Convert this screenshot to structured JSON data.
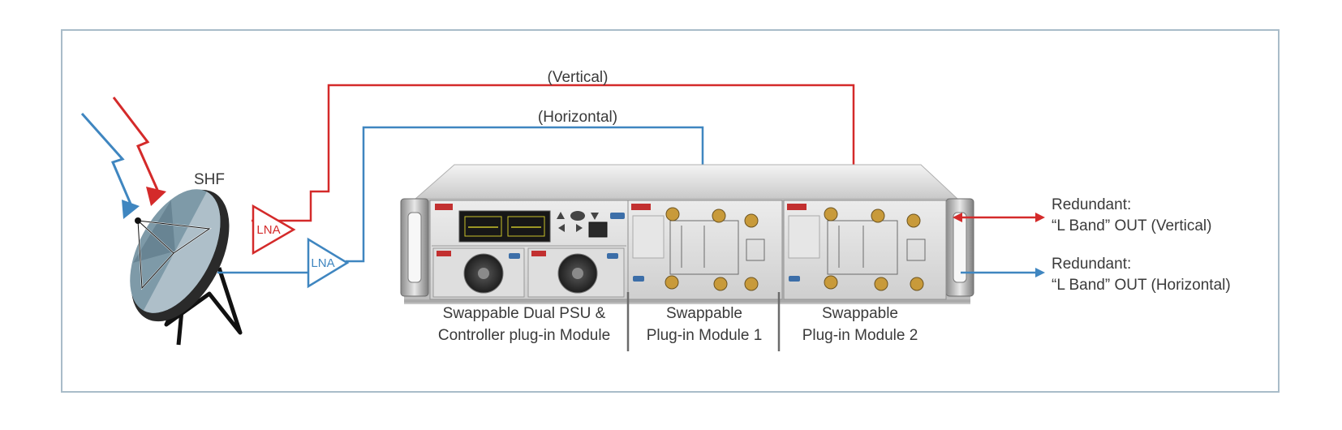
{
  "labels": {
    "vertical": "(Vertical)",
    "horizontal": "(Horizontal)",
    "shf": "SHF",
    "lna_vertical": "LNA",
    "lna_horizontal": "LNA",
    "out_vertical_1": "Redundant:",
    "out_vertical_2": "“L Band” OUT (Vertical)",
    "out_horizontal_1": "Redundant:",
    "out_horizontal_2": "“L Band” OUT (Horizontal)",
    "psu_1": "Swappable Dual PSU &",
    "psu_2": "Controller plug-in Module",
    "mod1_1": "Swappable",
    "mod1_2": "Plug-in Module 1",
    "mod2_1": "Swappable",
    "mod2_2": "Plug-in Module 2"
  },
  "colors": {
    "vertical_signal": "#d42a2a",
    "horizontal_signal": "#3f86c0",
    "frame_border": "#a9bcc9",
    "text": "#3a3a3a"
  },
  "icons": [
    "satellite-dish-icon",
    "lna-amplifier-icon",
    "lightning-signal-icon"
  ]
}
